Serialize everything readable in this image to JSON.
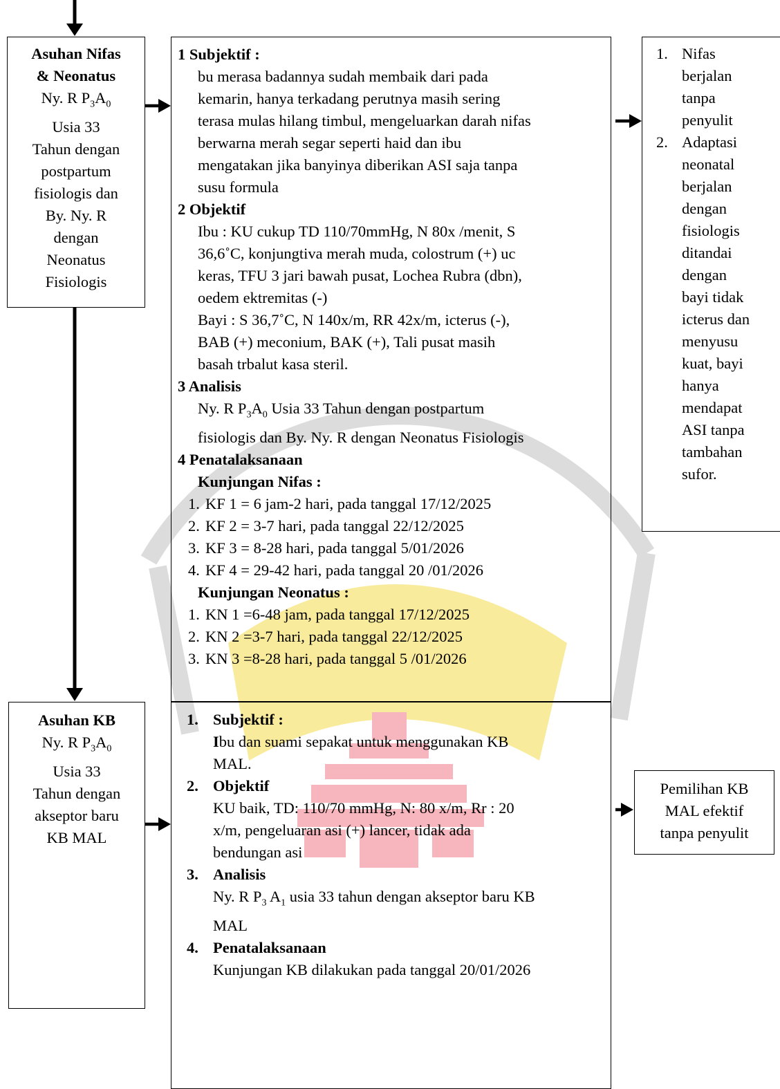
{
  "nifas_box": {
    "title_line1": "Asuhan Nifas",
    "title_line2": "& Neonatus",
    "lines": [
      "Usia 33",
      "Tahun dengan",
      "postpartum",
      "fisiologis dan",
      "By. Ny. R",
      "dengan",
      "Neonatus",
      "Fisiologis"
    ],
    "patient_prefix": "Ny. R P",
    "patient_sub1": "3",
    "patient_mid": "A",
    "patient_sub2": "0"
  },
  "nifas_soap": {
    "subjektif_head": "1 Subjektif :",
    "subjektif_lines": [
      "bu merasa badannya sudah membaik dari pada",
      "kemarin, hanya terkadang perutnya masih sering",
      "terasa mulas hilang timbul, mengeluarkan darah nifas",
      "berwarna merah segar seperti haid dan ibu",
      "mengatakan jika banyinya diberikan ASI saja tanpa",
      "susu formula"
    ],
    "objektif_head": "2 Objektif",
    "objektif_lines": [
      "Ibu : KU cukup TD 110/70mmHg, N 80x /menit, S",
      "36,6˚C, konjungtiva merah muda, colostrum (+) uc",
      "keras, TFU 3 jari bawah pusat, Lochea Rubra (dbn),",
      "oedem ektremitas (-)",
      "Bayi : S 36,7˚C, N 140x/m, RR 42x/m, icterus (-),",
      "BAB (+) meconium, BAK (+), Tali pusat masih",
      "basah trbalut kasa steril."
    ],
    "analisis_head": "3 Analisis",
    "analisis_prefix": "Ny. R P",
    "analisis_sub1": "3",
    "analisis_mid": "A",
    "analisis_sub2": "0",
    "analisis_rest": " Usia 33 Tahun dengan postpartum",
    "analisis_line2": "fisiologis dan By. Ny. R dengan Neonatus Fisiologis",
    "penatalaksanaan_head": "4 Penatalaksanaan",
    "kunjungan_nifas_head": "Kunjungan Nifas :",
    "kunjungan_nifas": [
      {
        "num": "1.",
        "text": "KF 1 = 6 jam-2 hari, pada tanggal 17/12/2025"
      },
      {
        "num": "2.",
        "text": "KF 2 = 3-7 hari, pada tanggal 22/12/2025"
      },
      {
        "num": "3.",
        "text": "KF 3 = 8-28 hari, pada tanggal 5/01/2026"
      },
      {
        "num": "4.",
        "text": "KF 4 = 29-42 hari, pada tanggal 20 /01/2026"
      }
    ],
    "kunjungan_neonatus_head": "Kunjungan Neonatus :",
    "kunjungan_neonatus": [
      {
        "num": "1.",
        "text": "KN 1 =6-48 jam, pada tanggal 17/12/2025"
      },
      {
        "num": "2.",
        "text": "KN 2 =3-7 hari, pada tanggal 22/12/2025"
      },
      {
        "num": "3.",
        "text": "KN 3 =8-28 hari, pada tanggal 5 /01/2026"
      }
    ]
  },
  "nifas_result": {
    "items": [
      {
        "num": "1.",
        "lines": [
          "Nifas",
          "berjalan",
          "tanpa",
          "penyulit"
        ]
      },
      {
        "num": "2.",
        "lines": [
          "Adaptasi",
          "neonatal",
          "berjalan",
          "dengan",
          "fisiologis",
          "ditandai",
          "dengan",
          "bayi tidak",
          "icterus dan",
          "menyusu",
          "kuat, bayi",
          "hanya",
          "mendapat",
          "ASI tanpa",
          "tambahan",
          "sufor."
        ]
      }
    ]
  },
  "kb_box": {
    "title": "Asuhan KB",
    "patient_prefix": "Ny. R P",
    "patient_sub1": "3",
    "patient_mid": "A",
    "patient_sub2": "0",
    "lines": [
      "Usia 33",
      "Tahun dengan",
      "akseptor baru",
      "KB MAL"
    ]
  },
  "kb_soap": {
    "subjektif_num": "1.",
    "subjektif_head": "Subjektif :",
    "subjektif_first_bold": "I",
    "subjektif_line1_rest": "bu dan suami sepakat untuk menggunakan KB",
    "subjektif_line2": "MAL.",
    "objektif_num": "2.",
    "objektif_head": "Objektif",
    "objektif_lines": [
      "KU baik, TD: 110/70 mmHg, N: 80 x/m, Rr : 20",
      "x/m, pengeluaran asi (+) lancer, tidak ada",
      "bendungan asi"
    ],
    "analisis_num": "3.",
    "analisis_head": "Analisis",
    "analisis_prefix": "Ny. R P",
    "analisis_sub1": "3",
    "analisis_mid": " A",
    "analisis_sub2": "1",
    "analisis_rest": " usia 33 tahun dengan akseptor baru KB",
    "analisis_line2": "MAL",
    "penatalaksanaan_num": "4.",
    "penatalaksanaan_head": "Penatalaksanaan",
    "penatalaksanaan_text": "Kunjungan KB dilakukan pada tanggal 20/01/2026"
  },
  "kb_result": {
    "lines": [
      "Pemilihan KB",
      "MAL efektif",
      "tanpa penyulit"
    ]
  },
  "colors": {
    "watermark_yellow": "#f9eb9c",
    "watermark_pink": "#f7b6bd",
    "watermark_gray": "#dcdcdc",
    "line": "#000000"
  }
}
